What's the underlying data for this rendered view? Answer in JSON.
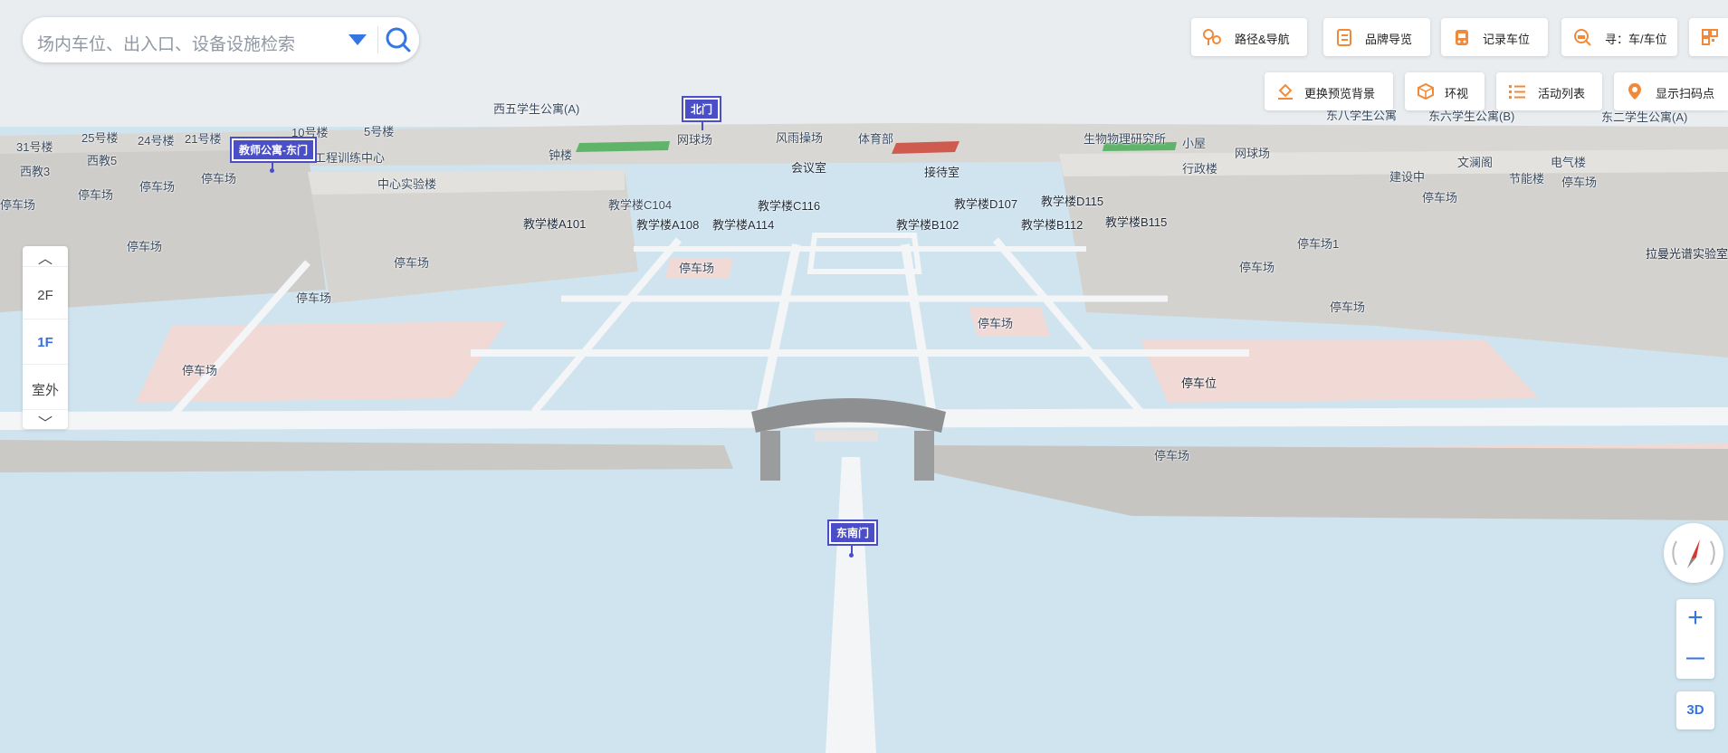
{
  "search": {
    "placeholder": "场内车位、出入口、设备设施检索"
  },
  "toolbar_row1": [
    {
      "label": "路径&导航",
      "icon": "route-pin-icon"
    },
    {
      "label": "品牌导览",
      "icon": "document-list-icon"
    },
    {
      "label": "记录车位",
      "icon": "car-record-icon"
    },
    {
      "label": "寻：车/车位",
      "icon": "search-car-icon"
    },
    {
      "label": "",
      "icon": "qrcode-icon"
    }
  ],
  "toolbar_row2": [
    {
      "label": "更换预览背景",
      "icon": "paint-bucket-icon"
    },
    {
      "label": "环视",
      "icon": "cube-icon"
    },
    {
      "label": "活动列表",
      "icon": "list-icon"
    },
    {
      "label": "显示扫码点",
      "icon": "location-pin-icon"
    }
  ],
  "floors": {
    "up": "︿",
    "items": [
      "2F",
      "1F",
      "室外"
    ],
    "active": "1F",
    "down": "﹀"
  },
  "controls": {
    "zoom_in": "+",
    "zoom_out": "—",
    "mode": "3D"
  },
  "gates": {
    "north": "北门",
    "teacher": "教师公寓-东门",
    "southeast": "东南门"
  },
  "map_labels": {
    "b31": "31号楼",
    "b25": "25号楼",
    "b24": "24号楼",
    "b21": "21号楼",
    "b10": "10号楼",
    "b5": "5号楼",
    "xijiao3": "西教3",
    "xijiao5": "西教5",
    "gongcheng": "工程训练中心",
    "xiwu": "西五学生公寓(A)",
    "zhonglou": "钟楼",
    "wangqiu1": "网球场",
    "fengyu": "风雨操场",
    "tiyubu": "体育部",
    "huiyi": "会议室",
    "jiedai": "接待室",
    "shengwu": "生物物理研究所",
    "xiaowu": "小屋",
    "wangqiu2": "网球场",
    "xingzheng": "行政楼",
    "dongba": "东八学生公寓",
    "dongliu": "东六学生公寓(B)",
    "donger": "东二学生公寓(A)",
    "jianshe": "建设中",
    "wenlan": "文澜阁",
    "dianqi": "电气楼",
    "jieneng": "节能楼",
    "zhongxin": "中心实验楼",
    "c104": "教学楼C104",
    "c116": "教学楼C116",
    "d107": "教学楼D107",
    "d115": "教学楼D115",
    "a101": "教学楼A101",
    "a108": "教学楼A108",
    "a114": "教学楼A114",
    "b102": "教学楼B102",
    "b112": "教学楼B112",
    "b115": "教学楼B115",
    "lamang": "拉曼光谱实验室",
    "p1": "停车场",
    "p2": "停车场",
    "p3": "停车场",
    "p4": "停车场",
    "p5": "停车场",
    "p6": "停车场",
    "p7": "停车场",
    "p8": "停车场",
    "p9": "停车场",
    "p10": "停车场",
    "p11": "停车场",
    "p12": "停车场",
    "p13": "停车场",
    "p14": "停车场",
    "p15": "停车场",
    "p1x": "停车场1",
    "tingchewei": "停车位"
  },
  "colors": {
    "water": "#c9e3f1",
    "ground": "#cfe3ee",
    "road": "#f4f5f6",
    "building": "#d5d3cf",
    "parking": "#f2d9d5",
    "accent": "#4a4fc7",
    "blue": "#3476e3",
    "orange": "#f08a3a"
  }
}
